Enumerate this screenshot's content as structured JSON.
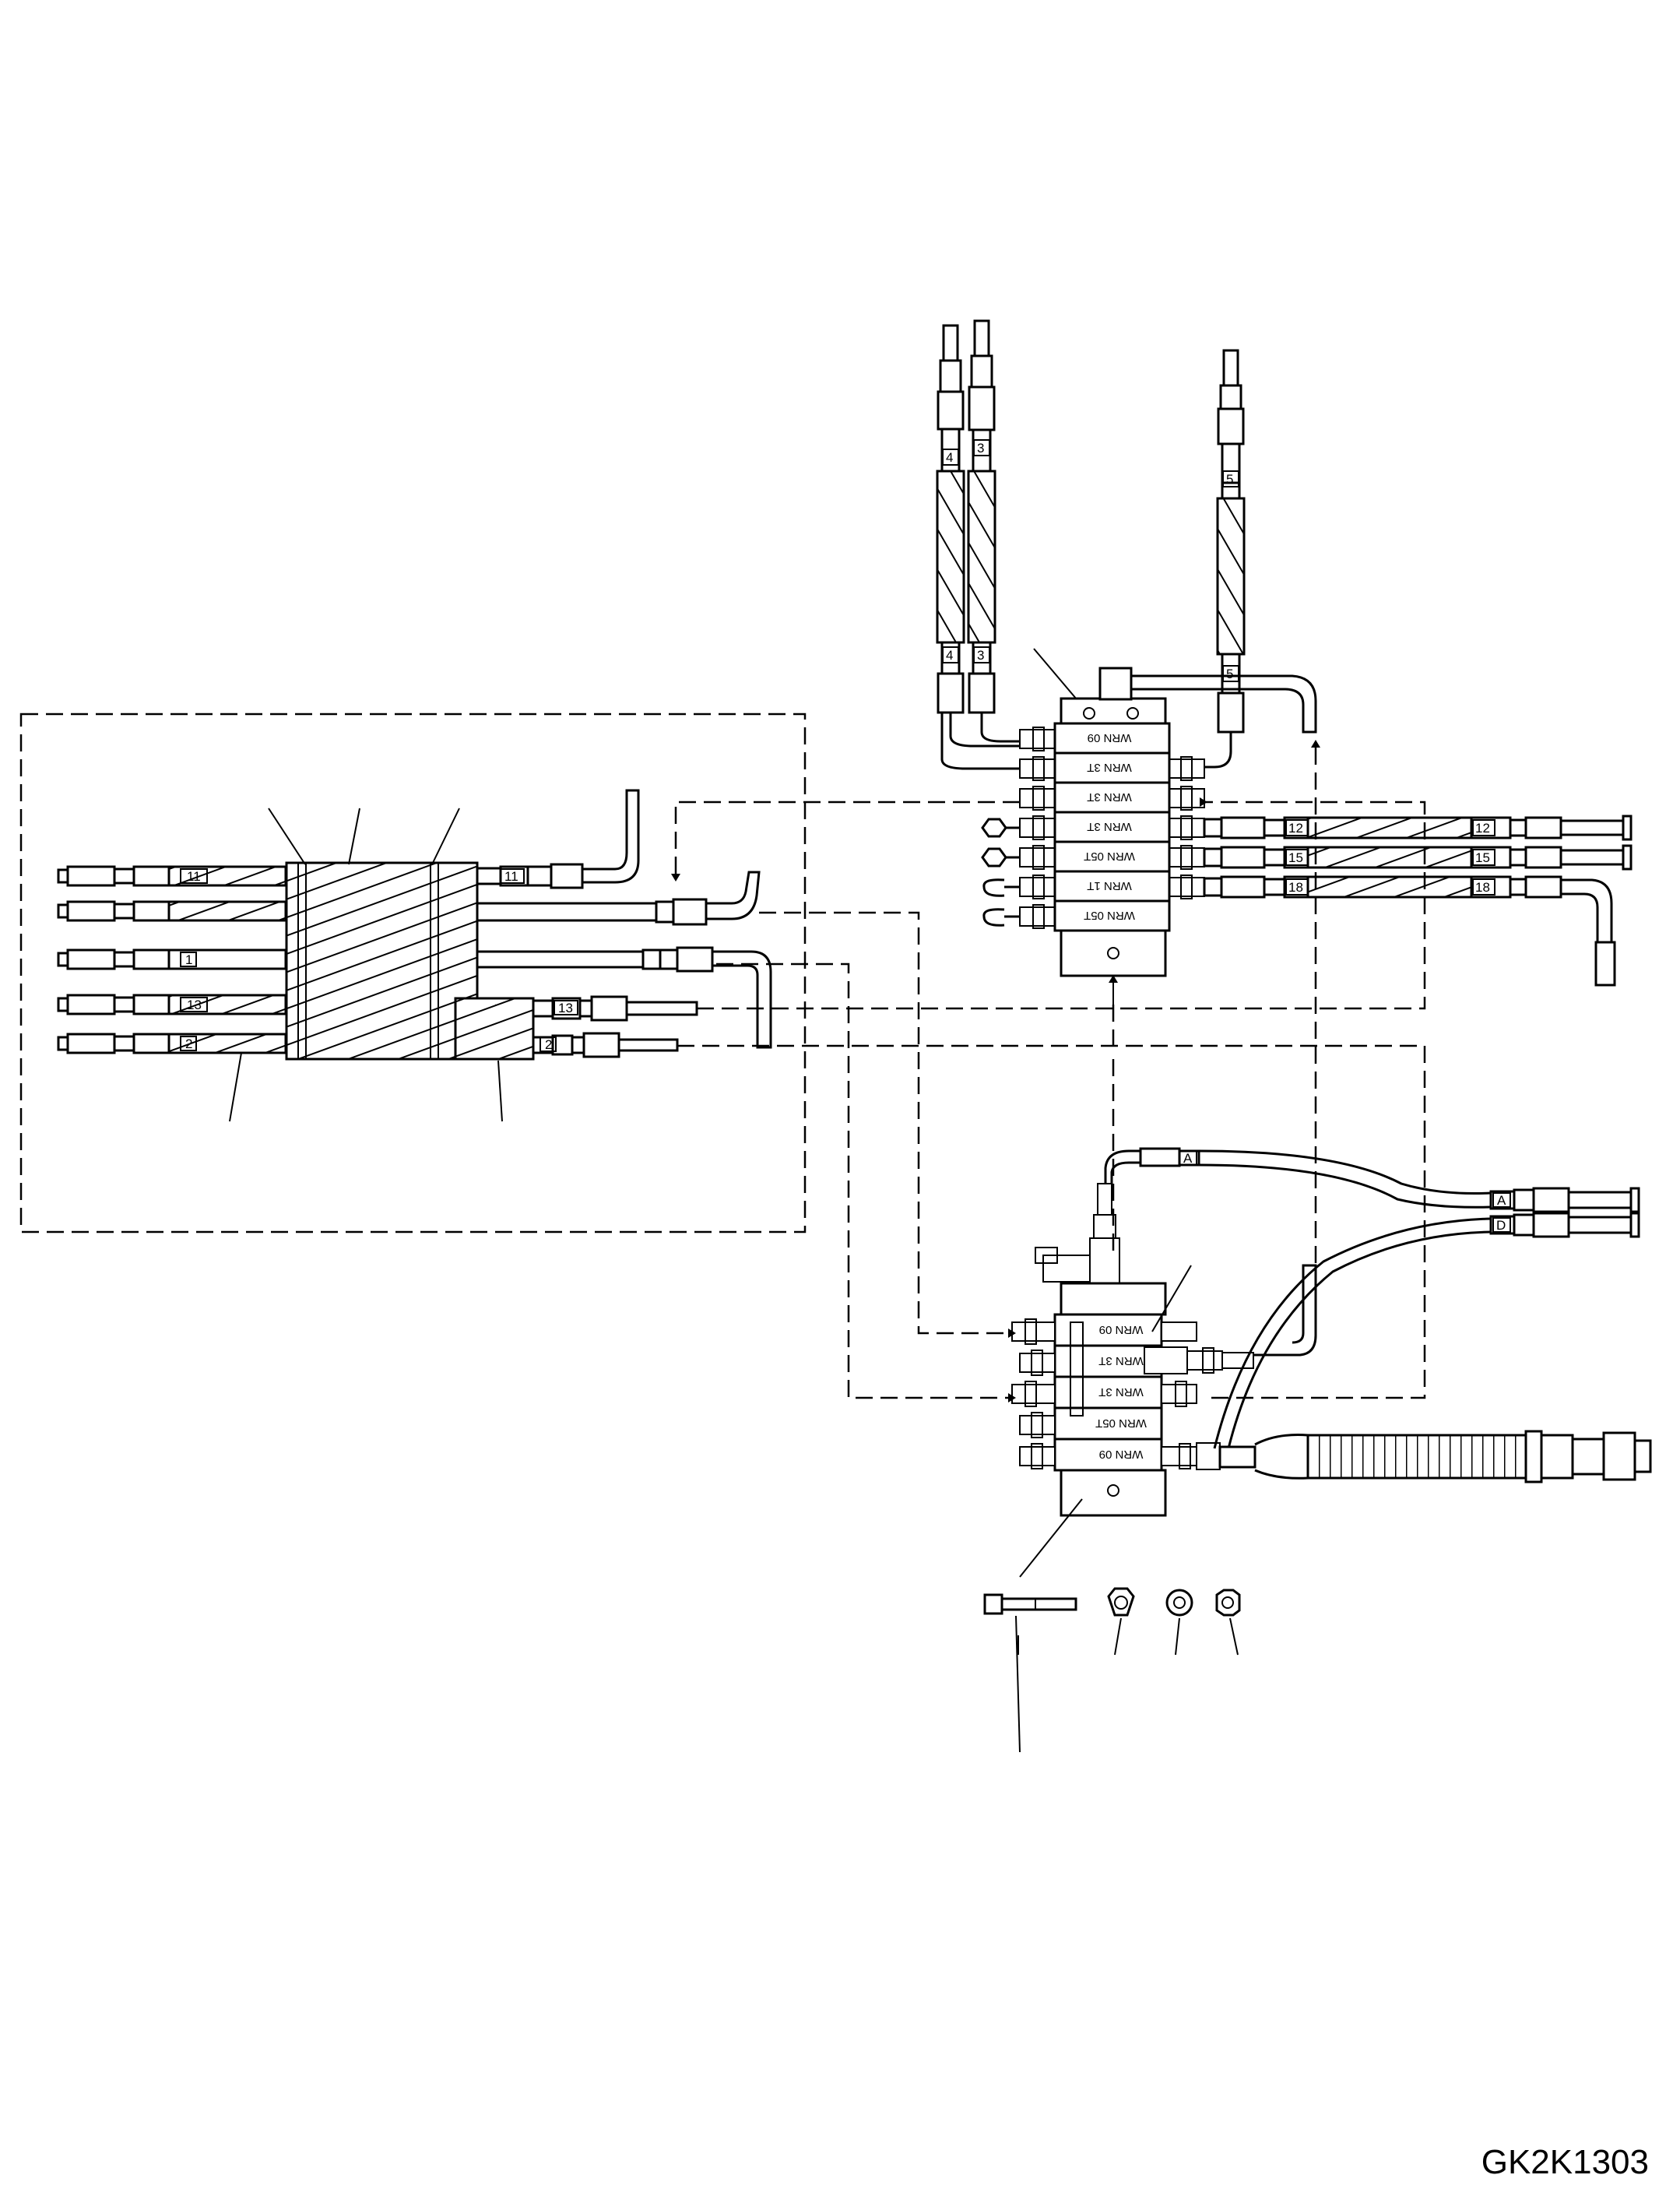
{
  "drawing_code": "GK2K1303",
  "hose_tags": {
    "upper_left": [
      "4",
      "4",
      "3",
      "3",
      "5",
      "5"
    ],
    "upper_right": [
      "12",
      "12",
      "15",
      "15",
      "18",
      "18"
    ],
    "left_bundle": [
      "11",
      "11",
      "1",
      "13",
      "13",
      "2",
      "2"
    ],
    "lower_right": [
      "A",
      "A",
      "D"
    ]
  },
  "valve_port_labels": {
    "upper": [
      "WRN 09",
      "WRN 3T",
      "WRN 3T",
      "WRN 3T",
      "WRN 05T",
      "WRN 1T",
      "WRN 05T"
    ],
    "lower": [
      "WRN 09",
      "WRN 3T",
      "WRN 3T",
      "WRN 05T",
      "WRN 09"
    ]
  }
}
